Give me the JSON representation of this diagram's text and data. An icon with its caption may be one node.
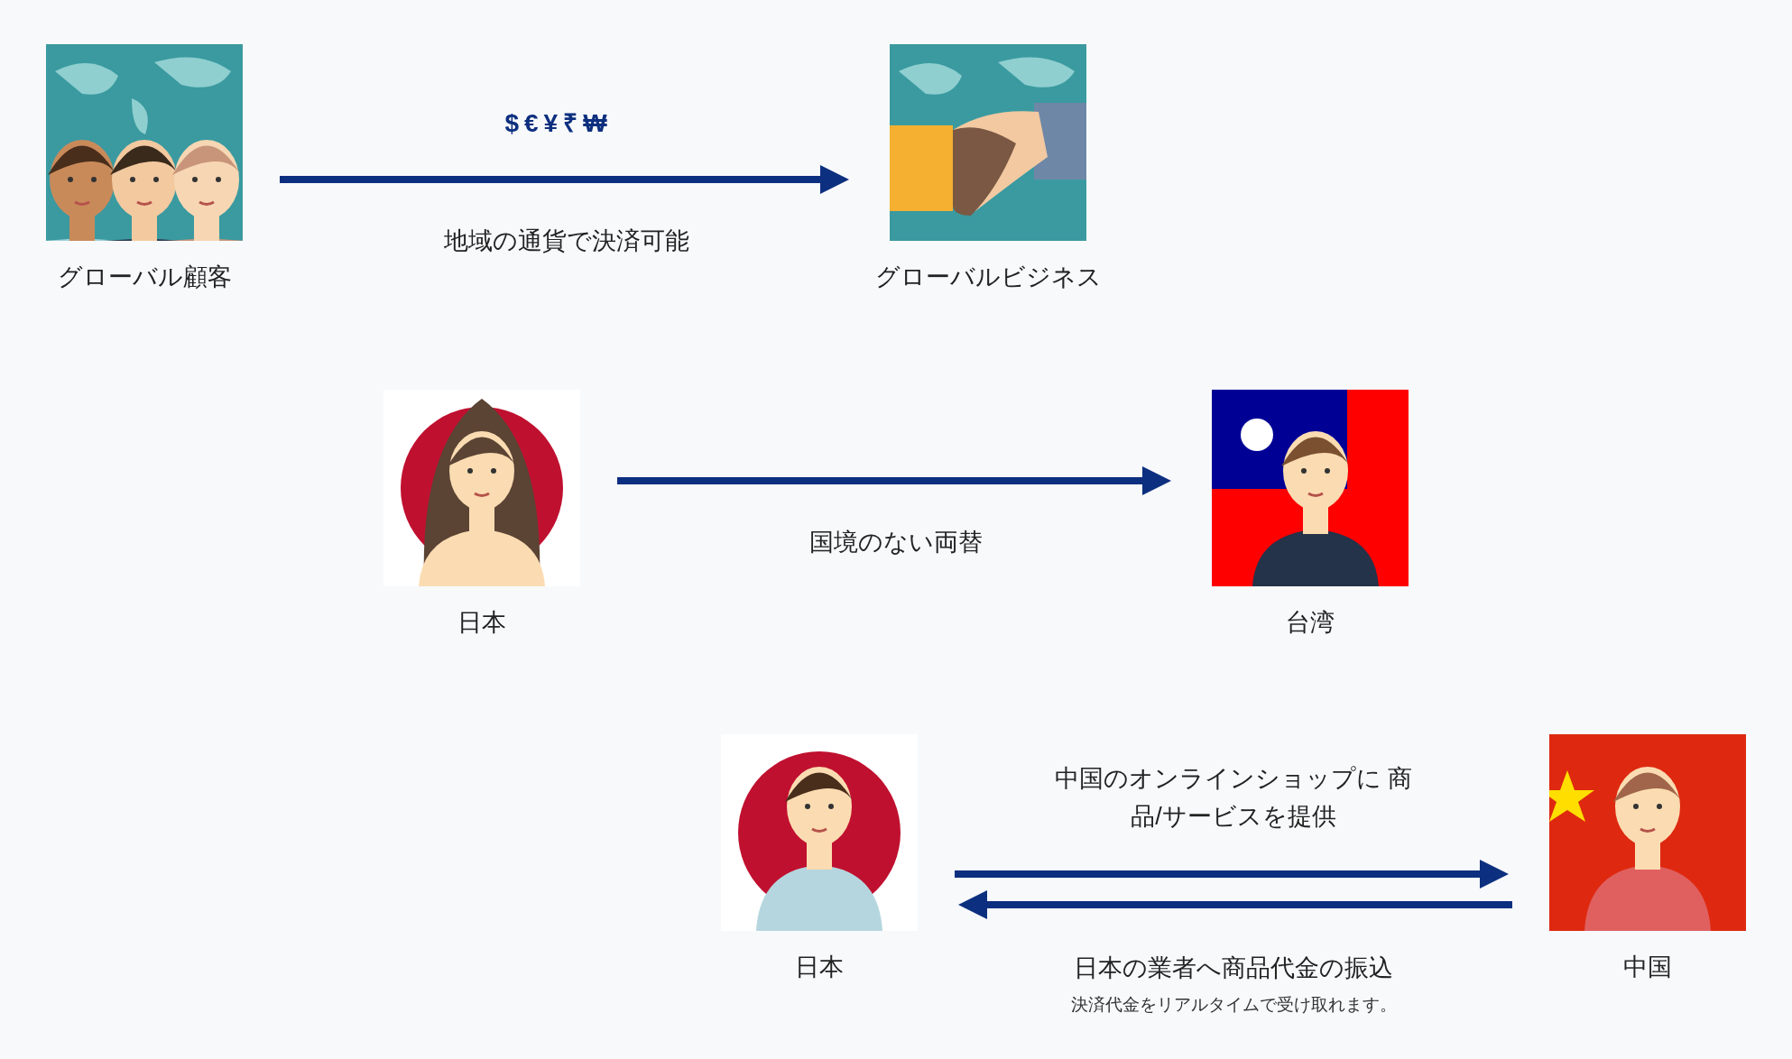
{
  "diagram": {
    "nodes": [
      {
        "text": [
          "グローバル顧客"
        ]
      },
      {
        "text": [
          "グローバルビジネス"
        ]
      },
      {
        "text": [
          "日本"
        ]
      },
      {
        "text": [
          "台湾"
        ]
      },
      {
        "text": [
          "日本"
        ]
      },
      {
        "text": [
          "中国"
        ]
      }
    ],
    "edges": [
      {
        "from": 0,
        "to": 1,
        "arrow": "to",
        "label": "地域の通貨で決済可能"
      },
      {
        "from": 2,
        "to": 3,
        "arrow": "to",
        "label": "国境のない両替"
      },
      {
        "from": 4,
        "to": 5,
        "arrow": "to",
        "label": "中国のオンラインショップに 商品/サービスを提供"
      },
      {
        "from": 5,
        "to": 4,
        "arrow": "to",
        "label": "日本の業者へ商品代金の振込"
      }
    ],
    "labels": [
      "$€¥₹₩",
      "決済代金をリアルタイムで受け取れます。"
    ]
  }
}
